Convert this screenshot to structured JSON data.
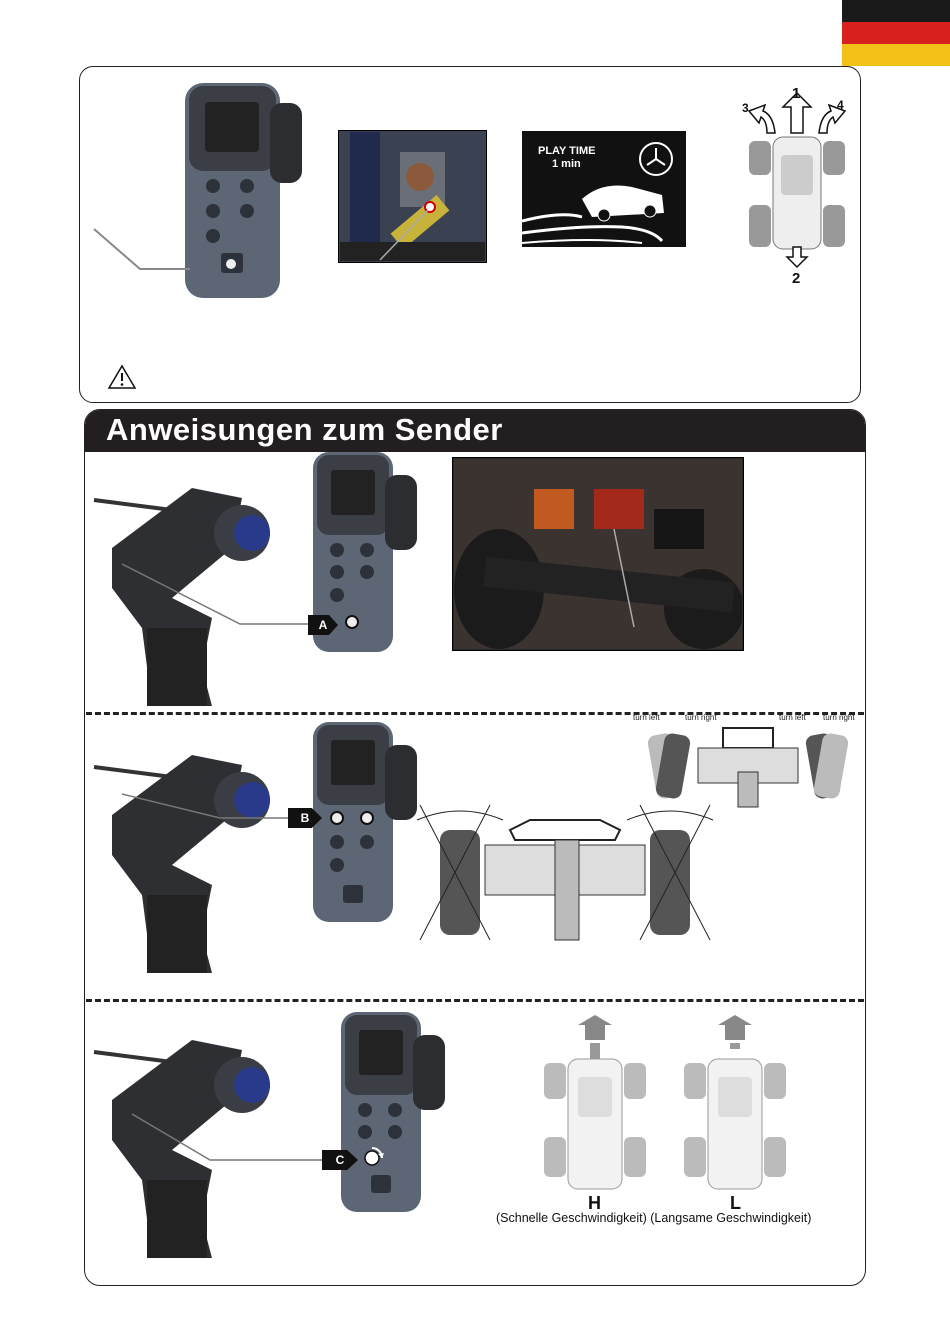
{
  "flag_colors": [
    "#1a1a1a",
    "#d8211f",
    "#f2c118"
  ],
  "section_title": "Anweisungen zum Sender",
  "play_time": {
    "line1": "PLAY TIME",
    "line2": "1   min"
  },
  "direction_numbers": [
    "1",
    "2",
    "3",
    "4"
  ],
  "tags": {
    "a": "A",
    "b": "B",
    "c": "C"
  },
  "turn_labels": [
    "turn left",
    "turn right",
    "turn left",
    "turn right"
  ],
  "speed": {
    "high_letter": "H",
    "low_letter": "L",
    "caption": "(Schnelle Geschwindigkeit) (Langsame Geschwindigkeit)"
  },
  "icons": [
    "warning-icon",
    "stopwatch-icon",
    "arrow-up-icon",
    "arrow-down-icon",
    "arrow-turn-left-icon",
    "arrow-turn-right-icon",
    "rotate-arrow-icon"
  ]
}
